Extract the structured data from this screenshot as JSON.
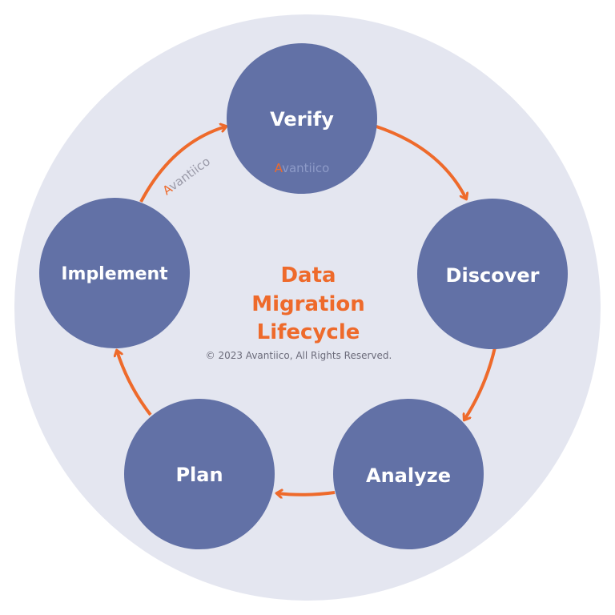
{
  "colors": {
    "background_disc": "#E4E6F0",
    "node_fill": "#6271A6",
    "arrow": "#EE6A2B",
    "title": "#EE6A2B",
    "node_text": "#FFFFFF",
    "copyright_text": "#6B6B7A"
  },
  "diagram": {
    "title_lines": [
      "Data",
      "Migration",
      "Lifecycle"
    ],
    "copyright": "© 2023 Avantiico, All Rights Reserved.",
    "nodes": [
      {
        "id": "verify",
        "label": "Verify"
      },
      {
        "id": "discover",
        "label": "Discover"
      },
      {
        "id": "analyze",
        "label": "Analyze"
      },
      {
        "id": "plan",
        "label": "Plan"
      },
      {
        "id": "implement",
        "label": "Implement"
      }
    ],
    "edges": [
      {
        "from": "verify",
        "to": "discover"
      },
      {
        "from": "discover",
        "to": "analyze"
      },
      {
        "from": "analyze",
        "to": "plan"
      },
      {
        "from": "plan",
        "to": "implement"
      },
      {
        "from": "implement",
        "to": "verify"
      }
    ]
  },
  "logos": {
    "verify_node_logo": {
      "first_letter": "A",
      "rest": "vantiico"
    },
    "arc_logo": {
      "first_letter": "A",
      "rest": "vantiico"
    }
  }
}
